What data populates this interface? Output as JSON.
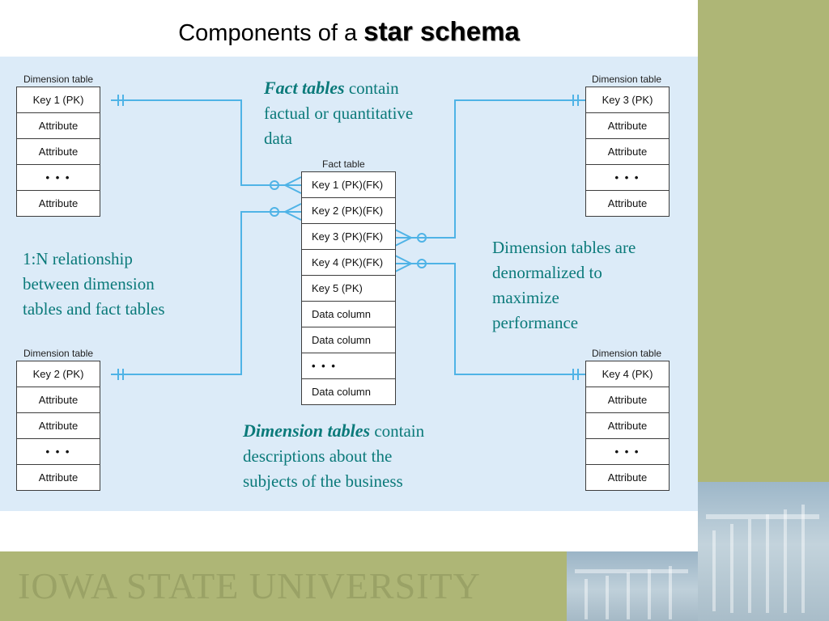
{
  "title": {
    "prefix": "Components of a",
    "emphasis": "star schema"
  },
  "dimension_tables": [
    {
      "caption": "Dimension table",
      "rows": [
        "Key 1 (PK)",
        "Attribute",
        "Attribute",
        "• • •",
        "Attribute"
      ]
    },
    {
      "caption": "Dimension table",
      "rows": [
        "Key 2 (PK)",
        "Attribute",
        "Attribute",
        "• • •",
        "Attribute"
      ]
    },
    {
      "caption": "Dimension table",
      "rows": [
        "Key 3 (PK)",
        "Attribute",
        "Attribute",
        "• • •",
        "Attribute"
      ]
    },
    {
      "caption": "Dimension table",
      "rows": [
        "Key 4 (PK)",
        "Attribute",
        "Attribute",
        "• • •",
        "Attribute"
      ]
    }
  ],
  "fact_table": {
    "caption": "Fact table",
    "rows": [
      "Key 1 (PK)(FK)",
      "Key 2 (PK)(FK)",
      "Key 3 (PK)(FK)",
      "Key 4 (PK)(FK)",
      "Key 5 (PK)",
      "Data column",
      "Data column",
      "• • •",
      "Data column"
    ]
  },
  "annotations": {
    "fact_tables": {
      "emphasis": "Fact tables",
      "rest_line1": "contain",
      "line2": "factual or quantitative",
      "line3": "data"
    },
    "relationship": {
      "line1": "1:N relationship",
      "line2": "between dimension",
      "line3": "tables and fact tables"
    },
    "denormalized": {
      "line1": "Dimension tables are",
      "line2": "denormalized to",
      "line3": "maximize",
      "line4": "performance"
    },
    "dimension_tables": {
      "emphasis": "Dimension tables",
      "rest_line1": "contain",
      "line2": "descriptions about the",
      "line3": "subjects of the business"
    }
  },
  "footer": {
    "university": "IOWA STATE UNIVERSITY"
  },
  "colors": {
    "connector": "#4fb3e6",
    "annotation_text": "#0b7a7a",
    "diagram_background": "#dcebf8",
    "sidebar": "#aeb676"
  }
}
